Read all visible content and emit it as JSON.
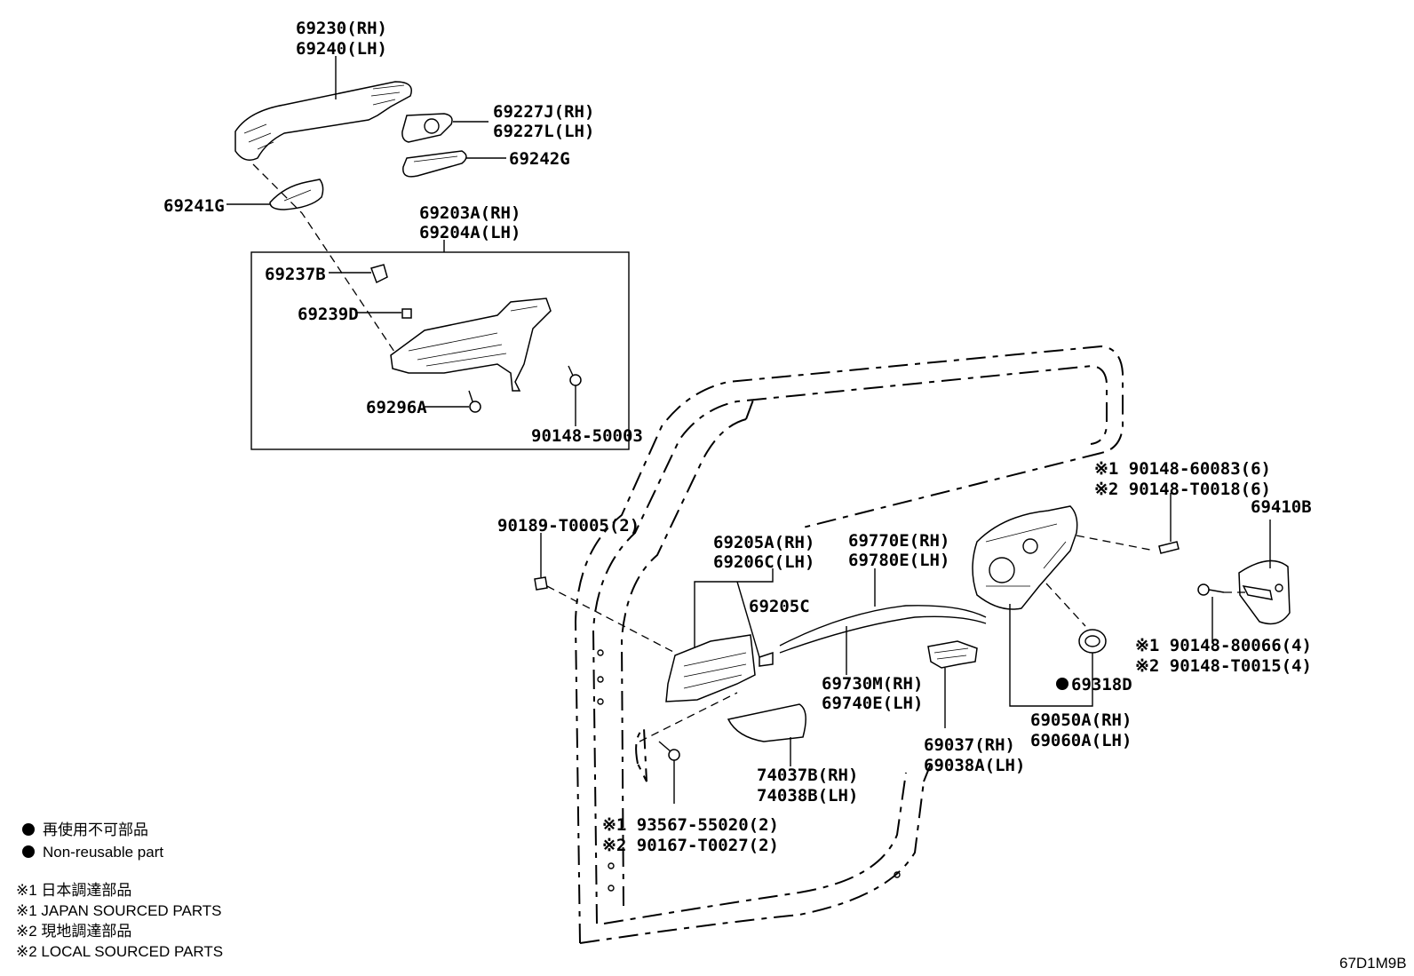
{
  "diagram_id": "67D1M9B",
  "labels": {
    "p69230": "69230(RH)",
    "p69240": "69240(LH)",
    "p69227J": "69227J(RH)",
    "p69227L": "69227L(LH)",
    "p69242G": "69242G",
    "p69241G": "69241G",
    "p69203A": "69203A(RH)",
    "p69204A": "69204A(LH)",
    "p69237B": "69237B",
    "p69239D": "69239D",
    "p69296A": "69296A",
    "p9014850003": "90148-50003",
    "p90189": "90189-T0005(2)",
    "p69205A": "69205A(RH)",
    "p69206C": "69206C(LH)",
    "p69205C": "69205C",
    "p69770E": "69770E(RH)",
    "p69780E": "69780E(LH)",
    "p69730M": "69730M(RH)",
    "p69740E": "69740E(LH)",
    "p74037B": "74037B(RH)",
    "p74038B": "74038B(LH)",
    "p69037": "69037(RH)",
    "p69038A": "69038A(LH)",
    "p69050A": "69050A(RH)",
    "p69060A": "69060A(LH)",
    "p69318D": "69318D",
    "p69410B": "69410B",
    "p9014860083": "※1 90148-60083(6)",
    "p90148T0018": "※2 90148-T0018(6)",
    "p9014880066": "※1 90148-80066(4)",
    "p90148T0015": "※2 90148-T0015(4)",
    "p9356755020": "※1 93567-55020(2)",
    "p90167T0027": "※2 90167-T0027(2)"
  },
  "legend": {
    "nonreusable_jp": "再使用不可部品",
    "nonreusable_en": "Non-reusable part",
    "japan_jp": "※1 日本調達部品",
    "japan_en": "※1 JAPAN SOURCED PARTS",
    "local_jp": "※2 現地調達部品",
    "local_en": "※2 LOCAL SOURCED PARTS"
  }
}
